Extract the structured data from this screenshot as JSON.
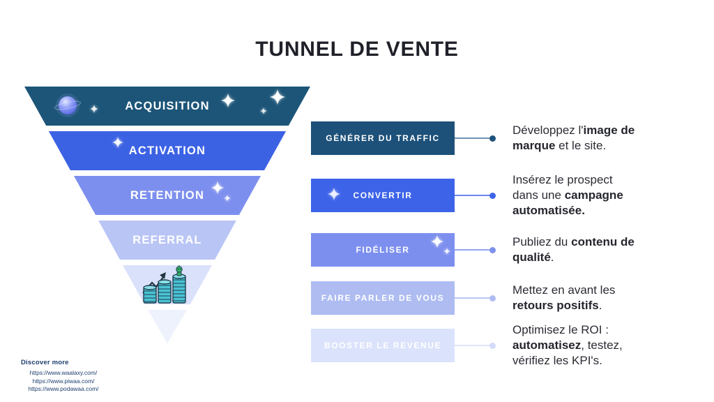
{
  "title": "TUNNEL DE VENTE",
  "colors": {
    "background": "#ffffff",
    "title_text": "#1f2028",
    "body_text": "#2b2c34",
    "stage_text": "#ffffff",
    "footer_text": "#1d3e6e",
    "stage_acquisition": "#1d5578",
    "stage_activation": "#3c62e4",
    "stage_retention": "#7d8fee",
    "stage_referral": "#b9c5f5",
    "stage_revenue": "#dae1fb",
    "stage_tip": "#eef2fd"
  },
  "icons": {
    "planet-icon": "gradient blue sphere with ring",
    "sparkle-icon": "four-point white star",
    "coins-growth-icon": "three teal coin stacks with rising arrow and small green alien"
  },
  "funnel": {
    "stages": [
      {
        "label": "ACQUISITION",
        "color": "#1d5578"
      },
      {
        "label": "ACTIVATION",
        "color": "#3c62e4"
      },
      {
        "label": "RETENTION",
        "color": "#7d8fee"
      },
      {
        "label": "REFERRAL",
        "color": "#b9c5f5"
      },
      {
        "label": "",
        "color": "#dae1fb",
        "icon": "coins-growth-icon"
      },
      {
        "label": "",
        "color": "#eef2fd"
      }
    ]
  },
  "steps": [
    {
      "button_label": "GÉNÉRER DU TRAFFIC",
      "button_color": "#1d517a",
      "desc_pre": "Développez l'",
      "desc_bold": "image de marque",
      "desc_post": " et le site."
    },
    {
      "button_label": "CONVERTIR",
      "button_color": "#3d63e8",
      "desc_pre": "Insérez le prospect dans une ",
      "desc_bold": "campagne automatisée.",
      "desc_post": ""
    },
    {
      "button_label": "FIDÉLISER",
      "button_color": "#7d8fee",
      "desc_pre": "Publiez du ",
      "desc_bold": "contenu de qualité",
      "desc_post": "."
    },
    {
      "button_label": "FAIRE PARLER DE VOUS",
      "button_color": "#aebcf2",
      "desc_pre": "Mettez en avant les ",
      "desc_bold": "retours positifs",
      "desc_post": "."
    },
    {
      "button_label": "BOOSTER LE REVENUE",
      "button_color": "#dbe2fb",
      "desc_pre": "Optimisez le ROI : ",
      "desc_bold": "automatisez",
      "desc_post": ", testez, vérifiez les KPI's."
    }
  ],
  "footer": {
    "discover": "Discover more",
    "links": [
      "https://www.waalaxy.com/",
      "https://www.piwaa.com/",
      "https://www.podawaa.com/"
    ]
  }
}
